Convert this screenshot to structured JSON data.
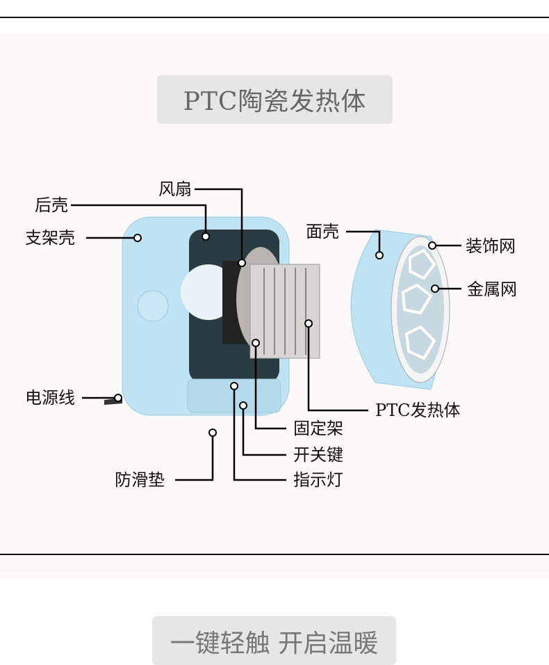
{
  "title": "PTC陶瓷发热体",
  "next_title": "一键轻触 开启温暖",
  "labels": {
    "fan": "风扇",
    "back_shell": "后壳",
    "stand_shell": "支架壳",
    "power_cord": "电源线",
    "anti_slip_pad": "防滑垫",
    "face_shell": "面壳",
    "decor_mesh": "装饰网",
    "metal_mesh": "金属网",
    "ptc_heater": "PTC发热体",
    "bracket": "固定架",
    "switch_key": "开关键",
    "indicator": "指示灯"
  },
  "colors": {
    "shell": "#bfe3f2",
    "accent": "#111111",
    "title_bg": "#e6e6e6"
  }
}
